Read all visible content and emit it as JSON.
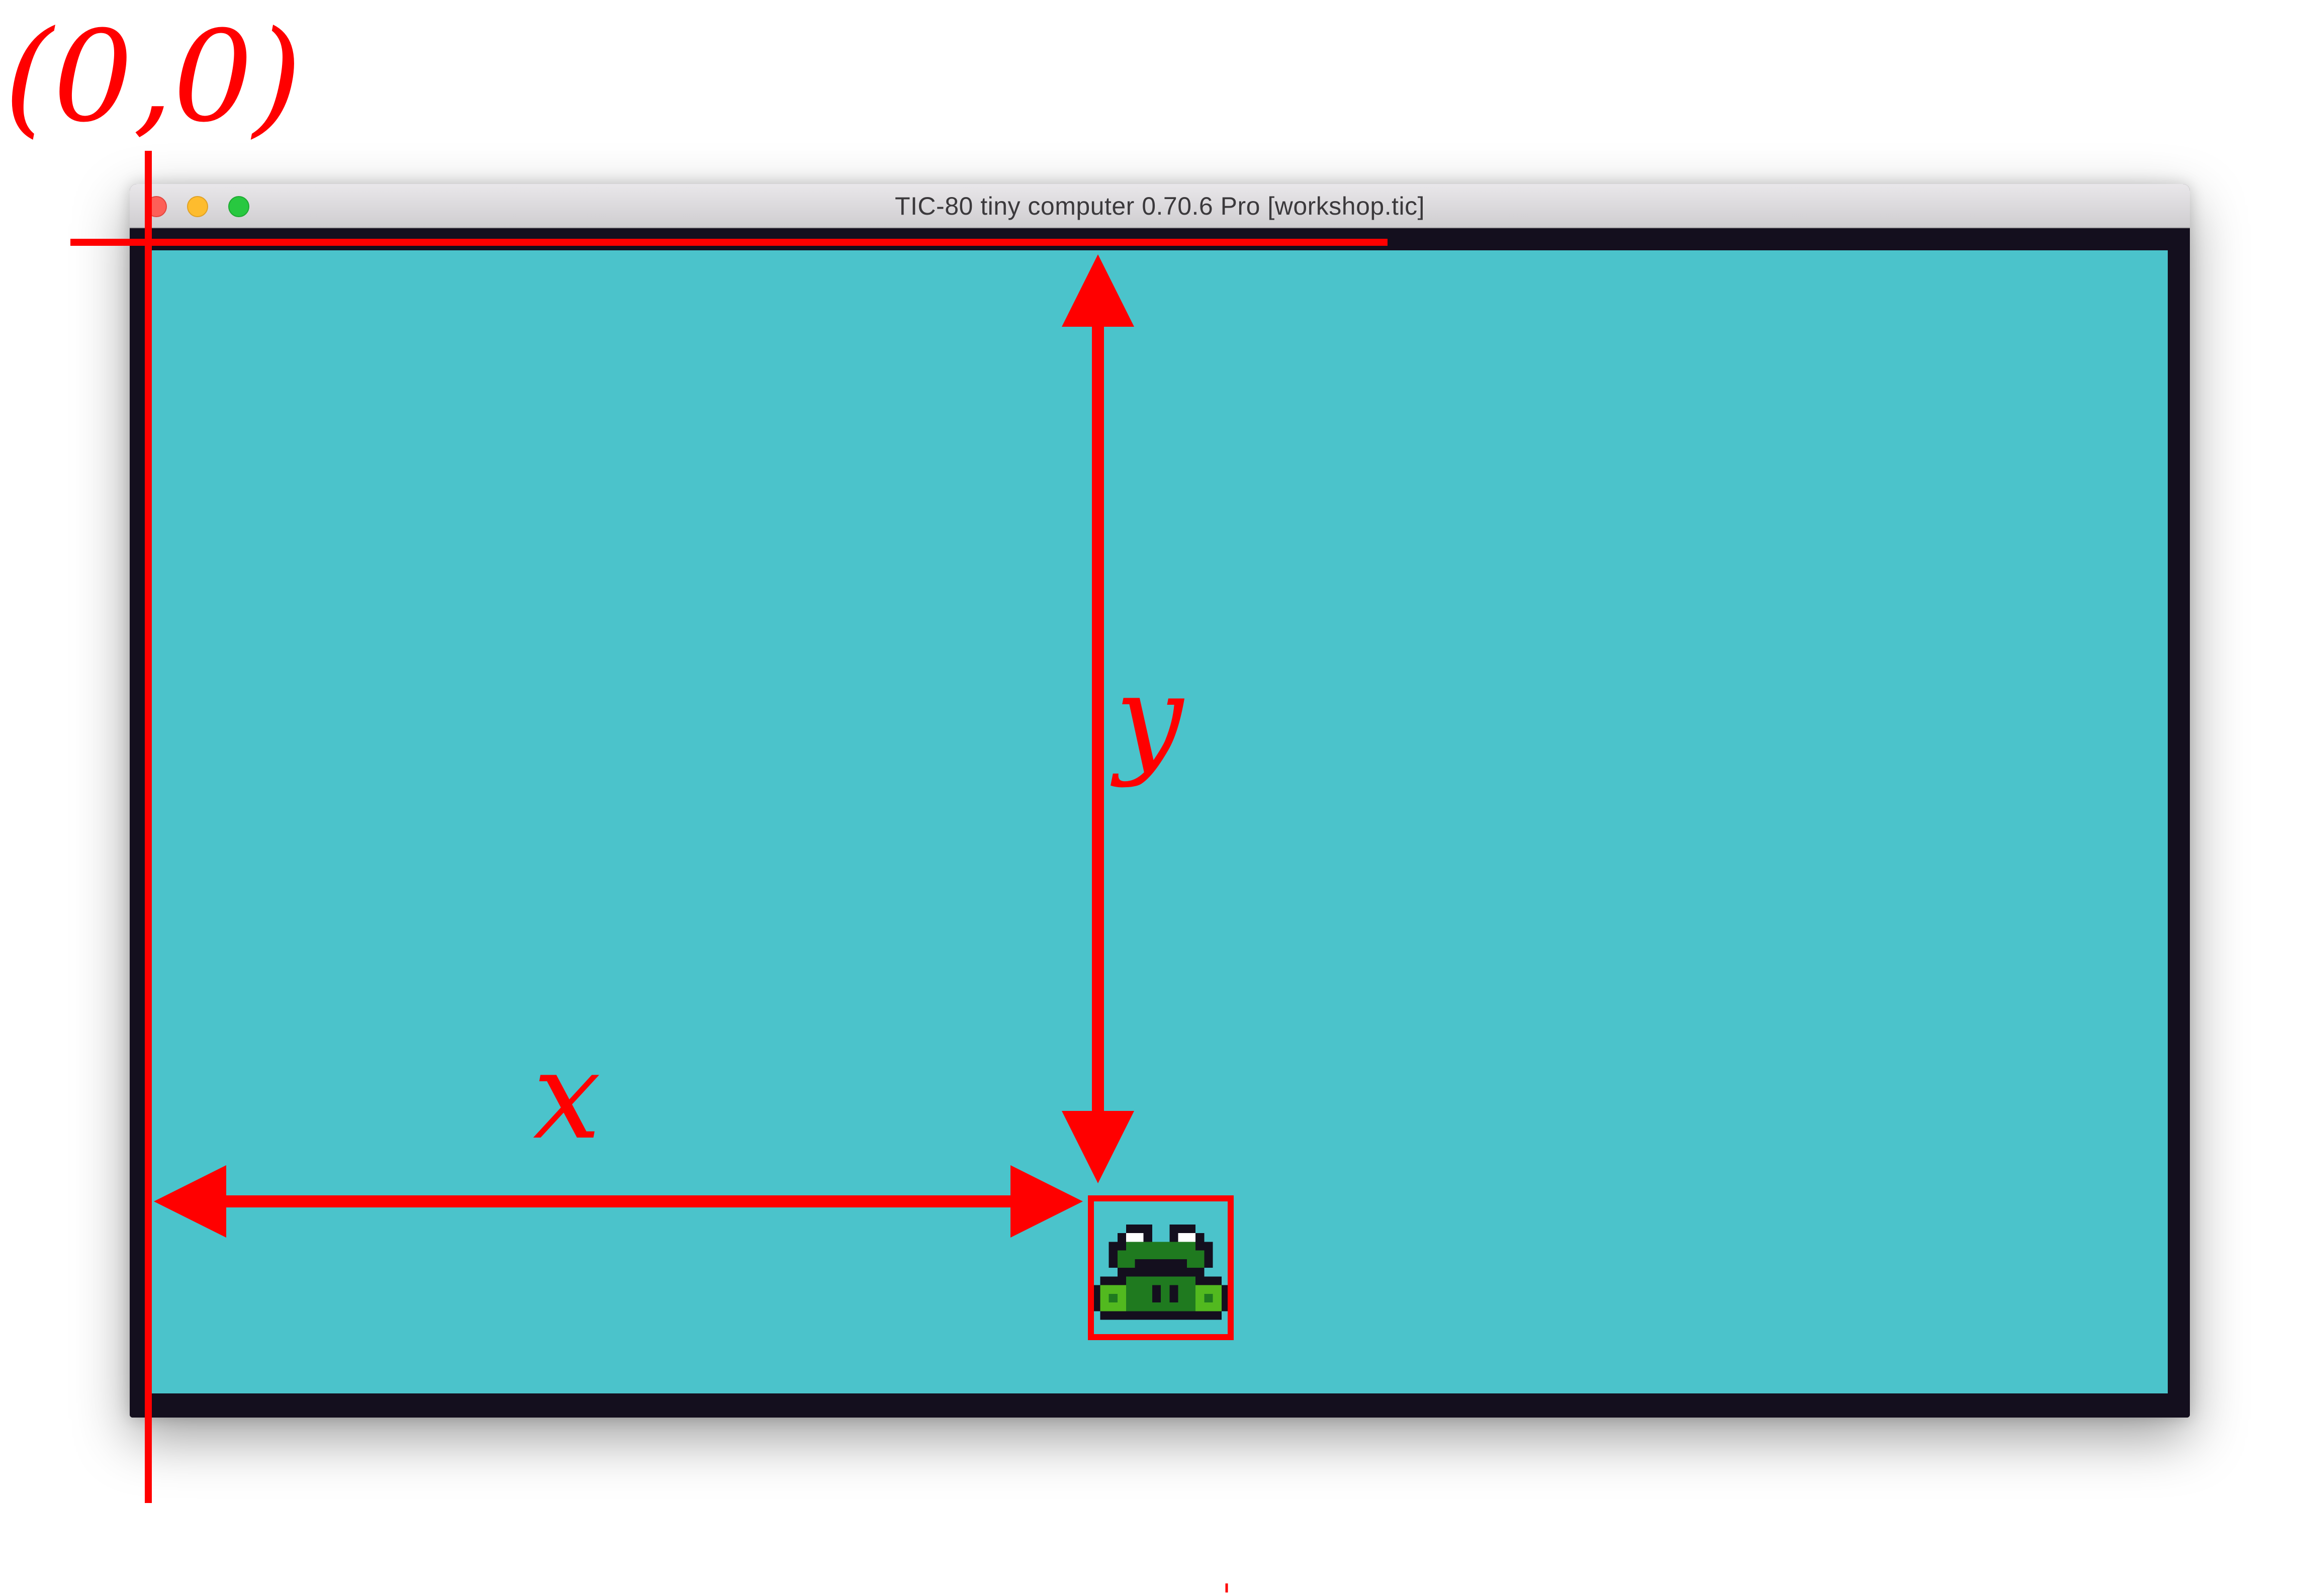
{
  "window": {
    "title": "TIC-80 tiny computer 0.70.6 Pro [workshop.tic]",
    "controls": [
      {
        "name": "close",
        "color": "#fd5f57"
      },
      {
        "name": "minimize",
        "color": "#febc2e"
      },
      {
        "name": "maximize",
        "color": "#28c840"
      }
    ]
  },
  "screen": {
    "background": "#4bc3cb",
    "border_color": "#140f1e"
  },
  "annotations": {
    "origin_label": "(0,0)",
    "x_label": "x",
    "y_label": "y",
    "color": "#ff0000"
  },
  "sprite": {
    "name": "frog",
    "colors": {
      "outline": "#140f1e",
      "body": "#1f7a1f",
      "highlight": "#52b91f",
      "eye": "#ffffff"
    }
  }
}
